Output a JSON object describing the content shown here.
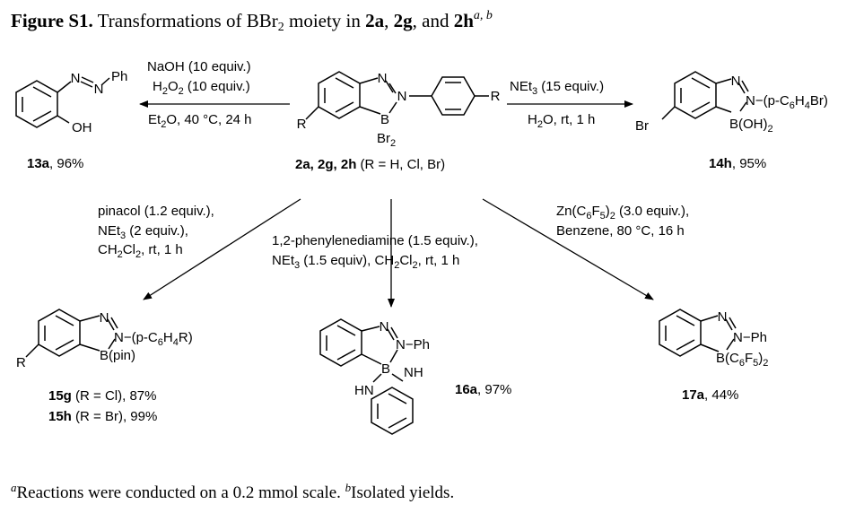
{
  "figure": {
    "label": "Figure S1.",
    "caption_pre": "Transformations of BBr",
    "caption_sub": "2",
    "caption_mid": " moiety in ",
    "cmp1": "2a",
    "sep1": ", ",
    "cmp2": "2g",
    "sep2": ", and ",
    "cmp3": "2h",
    "sup": "a, b"
  },
  "center": {
    "atom_n_top": "N",
    "atom_n_mid": "N",
    "atom_r_left": "R",
    "atom_r_right": "R",
    "atom_b": "B",
    "br2_text": "Br",
    "br2_sub": "2",
    "label_bold": "2a, 2g, 2h",
    "label_rest": " (R = H, Cl, Br)"
  },
  "c13a": {
    "atom_n1": "N",
    "atom_n2": "N",
    "ph": "Ph",
    "oh": "OH",
    "label_bold": "13a",
    "label_rest": ", 96%"
  },
  "c14h": {
    "atom_n_top": "N",
    "n_subst": "N−(p-C",
    "sub6": "6",
    "h": "H",
    "sub4": "4",
    "br_end": "Br)",
    "br_left": "Br",
    "b_oh": "B(OH)",
    "b_oh_sub": "2",
    "label_bold": "14h",
    "label_rest": ", 95%"
  },
  "c15": {
    "atom_n_top": "N",
    "n_subst": "N−(p-C",
    "sub6": "6",
    "h": "H",
    "sub4": "4",
    "r_end": "R)",
    "b_pin": "B(pin)",
    "r_left": "R",
    "label1_bold": "15g",
    "label1_rest": " (R = Cl), 87%",
    "label2_bold": "15h",
    "label2_rest": " (R = Br), 99%"
  },
  "c16a": {
    "atom_n_top": "N",
    "n_ph": "N−Ph",
    "atom_b": "B",
    "nh_right": "NH",
    "hn_left": "HN",
    "label_bold": "16a",
    "label_rest": ", 97%"
  },
  "c17a": {
    "atom_n_top": "N",
    "n_ph": "N−Ph",
    "b_c6f5": "B(C",
    "sub6": "6",
    "f": "F",
    "sub5": "5",
    "close": ")",
    "sub2": "2",
    "label_bold": "17a",
    "label_rest": ", 44%"
  },
  "rxn_13a": {
    "above1": "NaOH (10 equiv.)",
    "above2_pre": "H",
    "above2_sub": "2",
    "above2_mid": "O",
    "above2_sub2": "2",
    "above2_post": " (10 equiv.)",
    "below_pre": "Et",
    "below_sub": "2",
    "below_post": "O, 40 °C, 24 h"
  },
  "rxn_14h": {
    "above_pre": "NEt",
    "above_sub": "3",
    "above_post": " (15 equiv.)",
    "below_pre": "H",
    "below_sub": "2",
    "below_post": "O, rt, 1 h"
  },
  "rxn_15": {
    "line1": "pinacol (1.2 equiv.),",
    "line2_pre": "NEt",
    "line2_sub": "3",
    "line2_post": " (2 equiv.),",
    "line3_pre": "CH",
    "line3_sub": "2",
    "line3_mid": "Cl",
    "line3_sub2": "2",
    "line3_post": ", rt, 1 h"
  },
  "rxn_16a": {
    "line1": "1,2-phenylenediamine (1.5 equiv.),",
    "line2_pre": "NEt",
    "line2_sub": "3",
    "line2_mid": " (1.5 equiv), CH",
    "line2_sub2": "2",
    "line2_mid2": "Cl",
    "line2_sub3": "2",
    "line2_post": ", rt, 1 h"
  },
  "rxn_17a": {
    "line1_pre": "Zn(C",
    "line1_sub": "6",
    "line1_mid": "F",
    "line1_sub2": "5",
    "line1_mid2": ")",
    "line1_sub3": "2",
    "line1_post": " (3.0 equiv.),",
    "line2": "Benzene, 80 °C, 16 h"
  },
  "footnote": {
    "mark_a": "a",
    "text_a": "Reactions were conducted on a 0.2 mmol scale. ",
    "mark_b": "b",
    "text_b": "Isolated yields."
  }
}
